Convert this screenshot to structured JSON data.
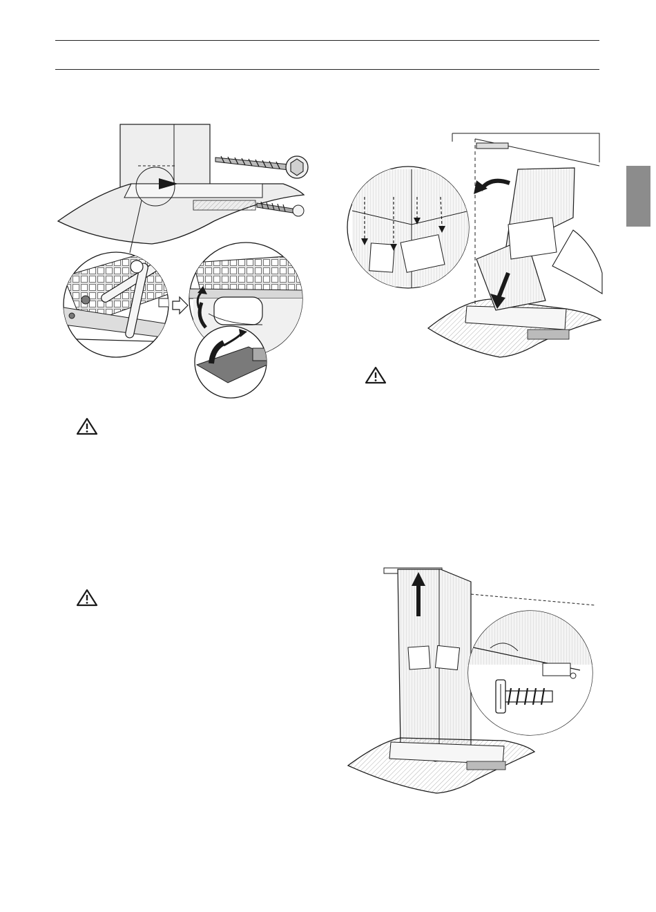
{
  "page": {
    "header": {
      "title": ""
    },
    "side_tab": {
      "label": "",
      "color": "#8c8c8c"
    },
    "warnings": [
      {
        "id": "warning-1",
        "text": ""
      },
      {
        "id": "warning-2",
        "text": ""
      },
      {
        "id": "warning-3",
        "text": ""
      }
    ],
    "figures": [
      {
        "id": "figure-filter-fixing",
        "icons": [
          "wood-screw-icon",
          "wall-plug-icon",
          "wrench-icon",
          "magnifier-callout-icon"
        ]
      },
      {
        "id": "figure-chimney-attach",
        "icons": [
          "curved-arrow-icon",
          "down-arrow-icon",
          "magnifier-callout-icon"
        ]
      },
      {
        "id": "figure-chimney-raise",
        "icons": [
          "up-arrow-icon",
          "screw-icon",
          "magnifier-callout-icon"
        ]
      }
    ]
  },
  "colors": {
    "line": "#1a1a1a",
    "fill_light": "#f2f2f2",
    "fill_mid": "#d9d9d9",
    "fill_dark": "#7a7a7a"
  }
}
